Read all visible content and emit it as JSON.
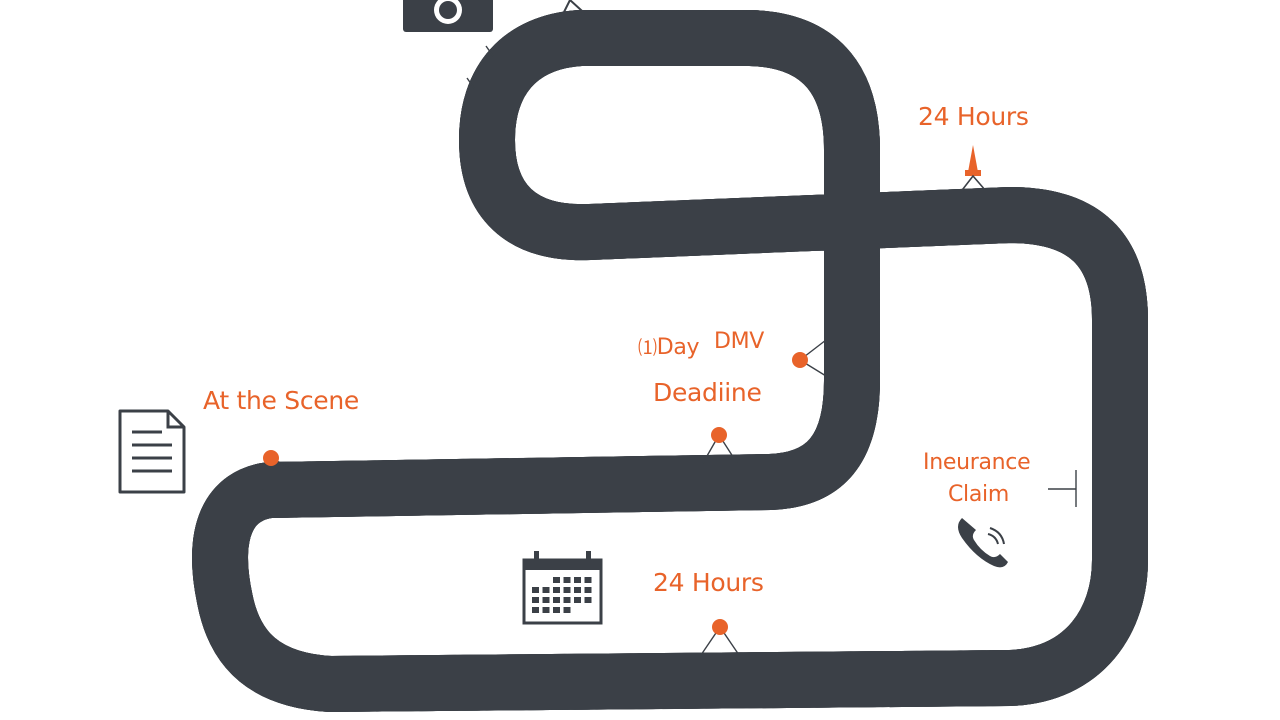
{
  "colors": {
    "road": "#3b4047",
    "road_edge": "#e6a33a",
    "dash": "#ffffff",
    "accent": "#e8632a",
    "icon": "#3b4047",
    "background": "#ffffff"
  },
  "labels": {
    "top_right_hours": "24 Hours",
    "day_prefix": "Day",
    "dmv": "DMV",
    "deadline": "Deadiine",
    "at_the_scene": "At the Scene",
    "insurance": "Ineurance",
    "claim": "Claim",
    "bottom_hours": "24 Hours"
  },
  "icons": [
    "camera-icon",
    "document-icon",
    "calendar-icon",
    "phone-icon",
    "traffic-cone-icon"
  ]
}
